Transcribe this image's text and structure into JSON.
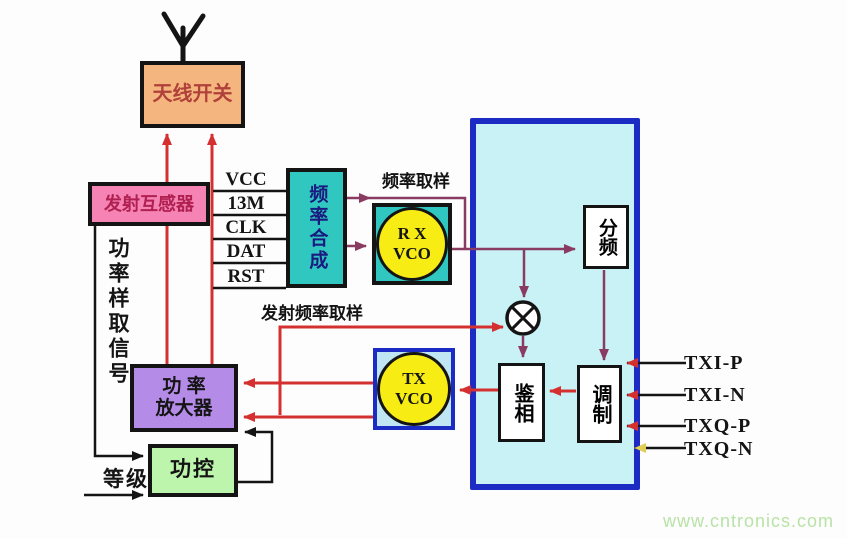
{
  "diagram": {
    "blocks": {
      "antenna_switch": "天线开关",
      "tx_transformer": "发射互感器",
      "freq_synth": "频率合成",
      "rx_vco_line1": "R X",
      "rx_vco_line2": "VCO",
      "tx_vco_line1": "TX",
      "tx_vco_line2": "VCO",
      "pa_line1": "功 率",
      "pa_line2": "放大器",
      "power_ctrl": "功控",
      "divider": "分频",
      "phase_detector": "鉴相",
      "modulator": "调制"
    },
    "labels": {
      "freq_sampling": "频率取样",
      "tx_freq_sampling": "发射频率取样",
      "power_sample_signal": "功率样取信号",
      "level": "等级"
    },
    "control_pins": [
      "VCC",
      "13M",
      "CLK",
      "DAT",
      "RST"
    ],
    "iq_inputs": [
      "TXI-P",
      "TXI-N",
      "TXQ-P",
      "TXQ-N"
    ],
    "watermark": "www.cntronics.com",
    "colors": {
      "antenna_switch_fill": "#f5b57f",
      "transformer_fill": "#f584b5",
      "synth_fill": "#2fc7bf",
      "pa_fill": "#b48ce8",
      "power_ctrl_fill": "#bdf5ad",
      "vco_fill": "#f7ec13",
      "rf_fill": "#c9f2f7",
      "rf_border": "#1b2bc4",
      "sig_red": "#d43030",
      "sig_purple": "#8a3b62",
      "sig_yellow": "#e2cf52",
      "watermark_green": "#b7e3a6"
    }
  }
}
